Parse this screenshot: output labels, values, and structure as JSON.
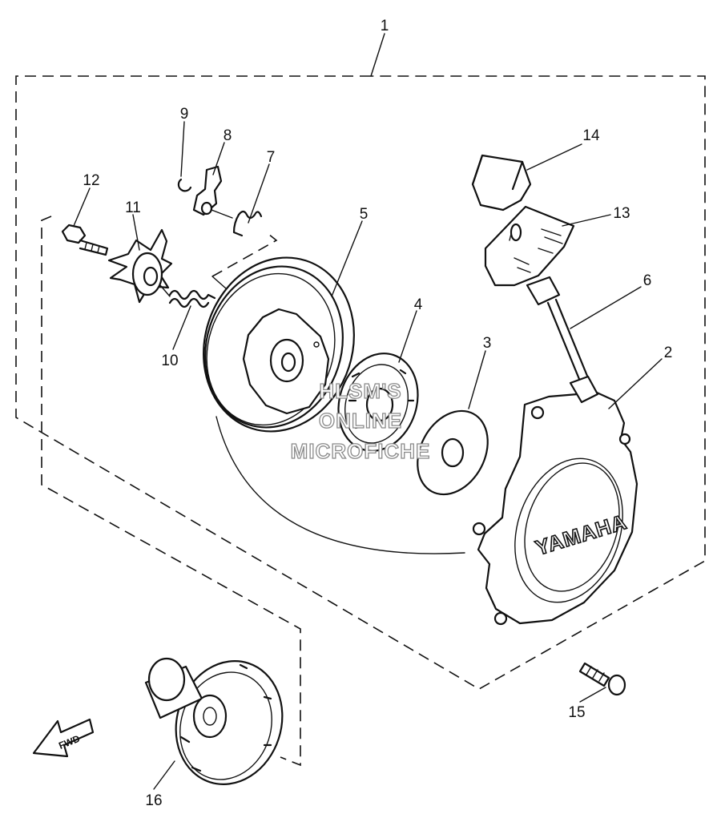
{
  "diagram": {
    "callouts": [
      "1",
      "2",
      "3",
      "4",
      "5",
      "6",
      "7",
      "8",
      "9",
      "10",
      "11",
      "12",
      "13",
      "14",
      "15",
      "16"
    ],
    "cover_brand": "YAMAHA",
    "direction_label": "FWD",
    "watermark": [
      "HLSM'S",
      "ONLINE",
      "MICROFICHE"
    ]
  }
}
